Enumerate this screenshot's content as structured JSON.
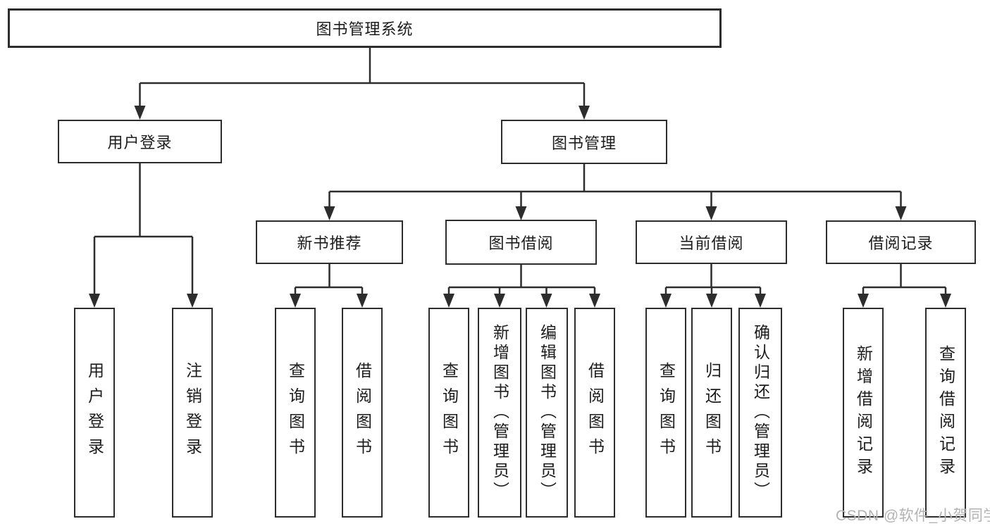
{
  "tree": {
    "label": "图书管理系统",
    "children": [
      {
        "label": "用户登录",
        "children": [
          {
            "label": "用户登录"
          },
          {
            "label": "注销登录"
          }
        ]
      },
      {
        "label": "图书管理",
        "children": [
          {
            "label": "新书推荐",
            "children": [
              {
                "label": "查询图书"
              },
              {
                "label": "借阅图书"
              }
            ]
          },
          {
            "label": "图书借阅",
            "children": [
              {
                "label": "查询图书"
              },
              {
                "label": "新增图书（管理员）"
              },
              {
                "label": "编辑图书（管理员）"
              },
              {
                "label": "借阅图书"
              }
            ]
          },
          {
            "label": "当前借阅",
            "children": [
              {
                "label": "查询图书"
              },
              {
                "label": "归还图书"
              },
              {
                "label": "确认归还（管理员）"
              }
            ]
          },
          {
            "label": "借阅记录",
            "children": [
              {
                "label": "新增借阅记录"
              },
              {
                "label": "查询借阅记录"
              }
            ]
          }
        ]
      }
    ]
  },
  "watermark": "CSDN @软件_小贺同学",
  "colors": {
    "line": "#2d2d2d",
    "box_border": "#2d2d2d",
    "text": "#1c1c1c",
    "watermark": "#b3b3b3",
    "background": "#ffffff"
  }
}
